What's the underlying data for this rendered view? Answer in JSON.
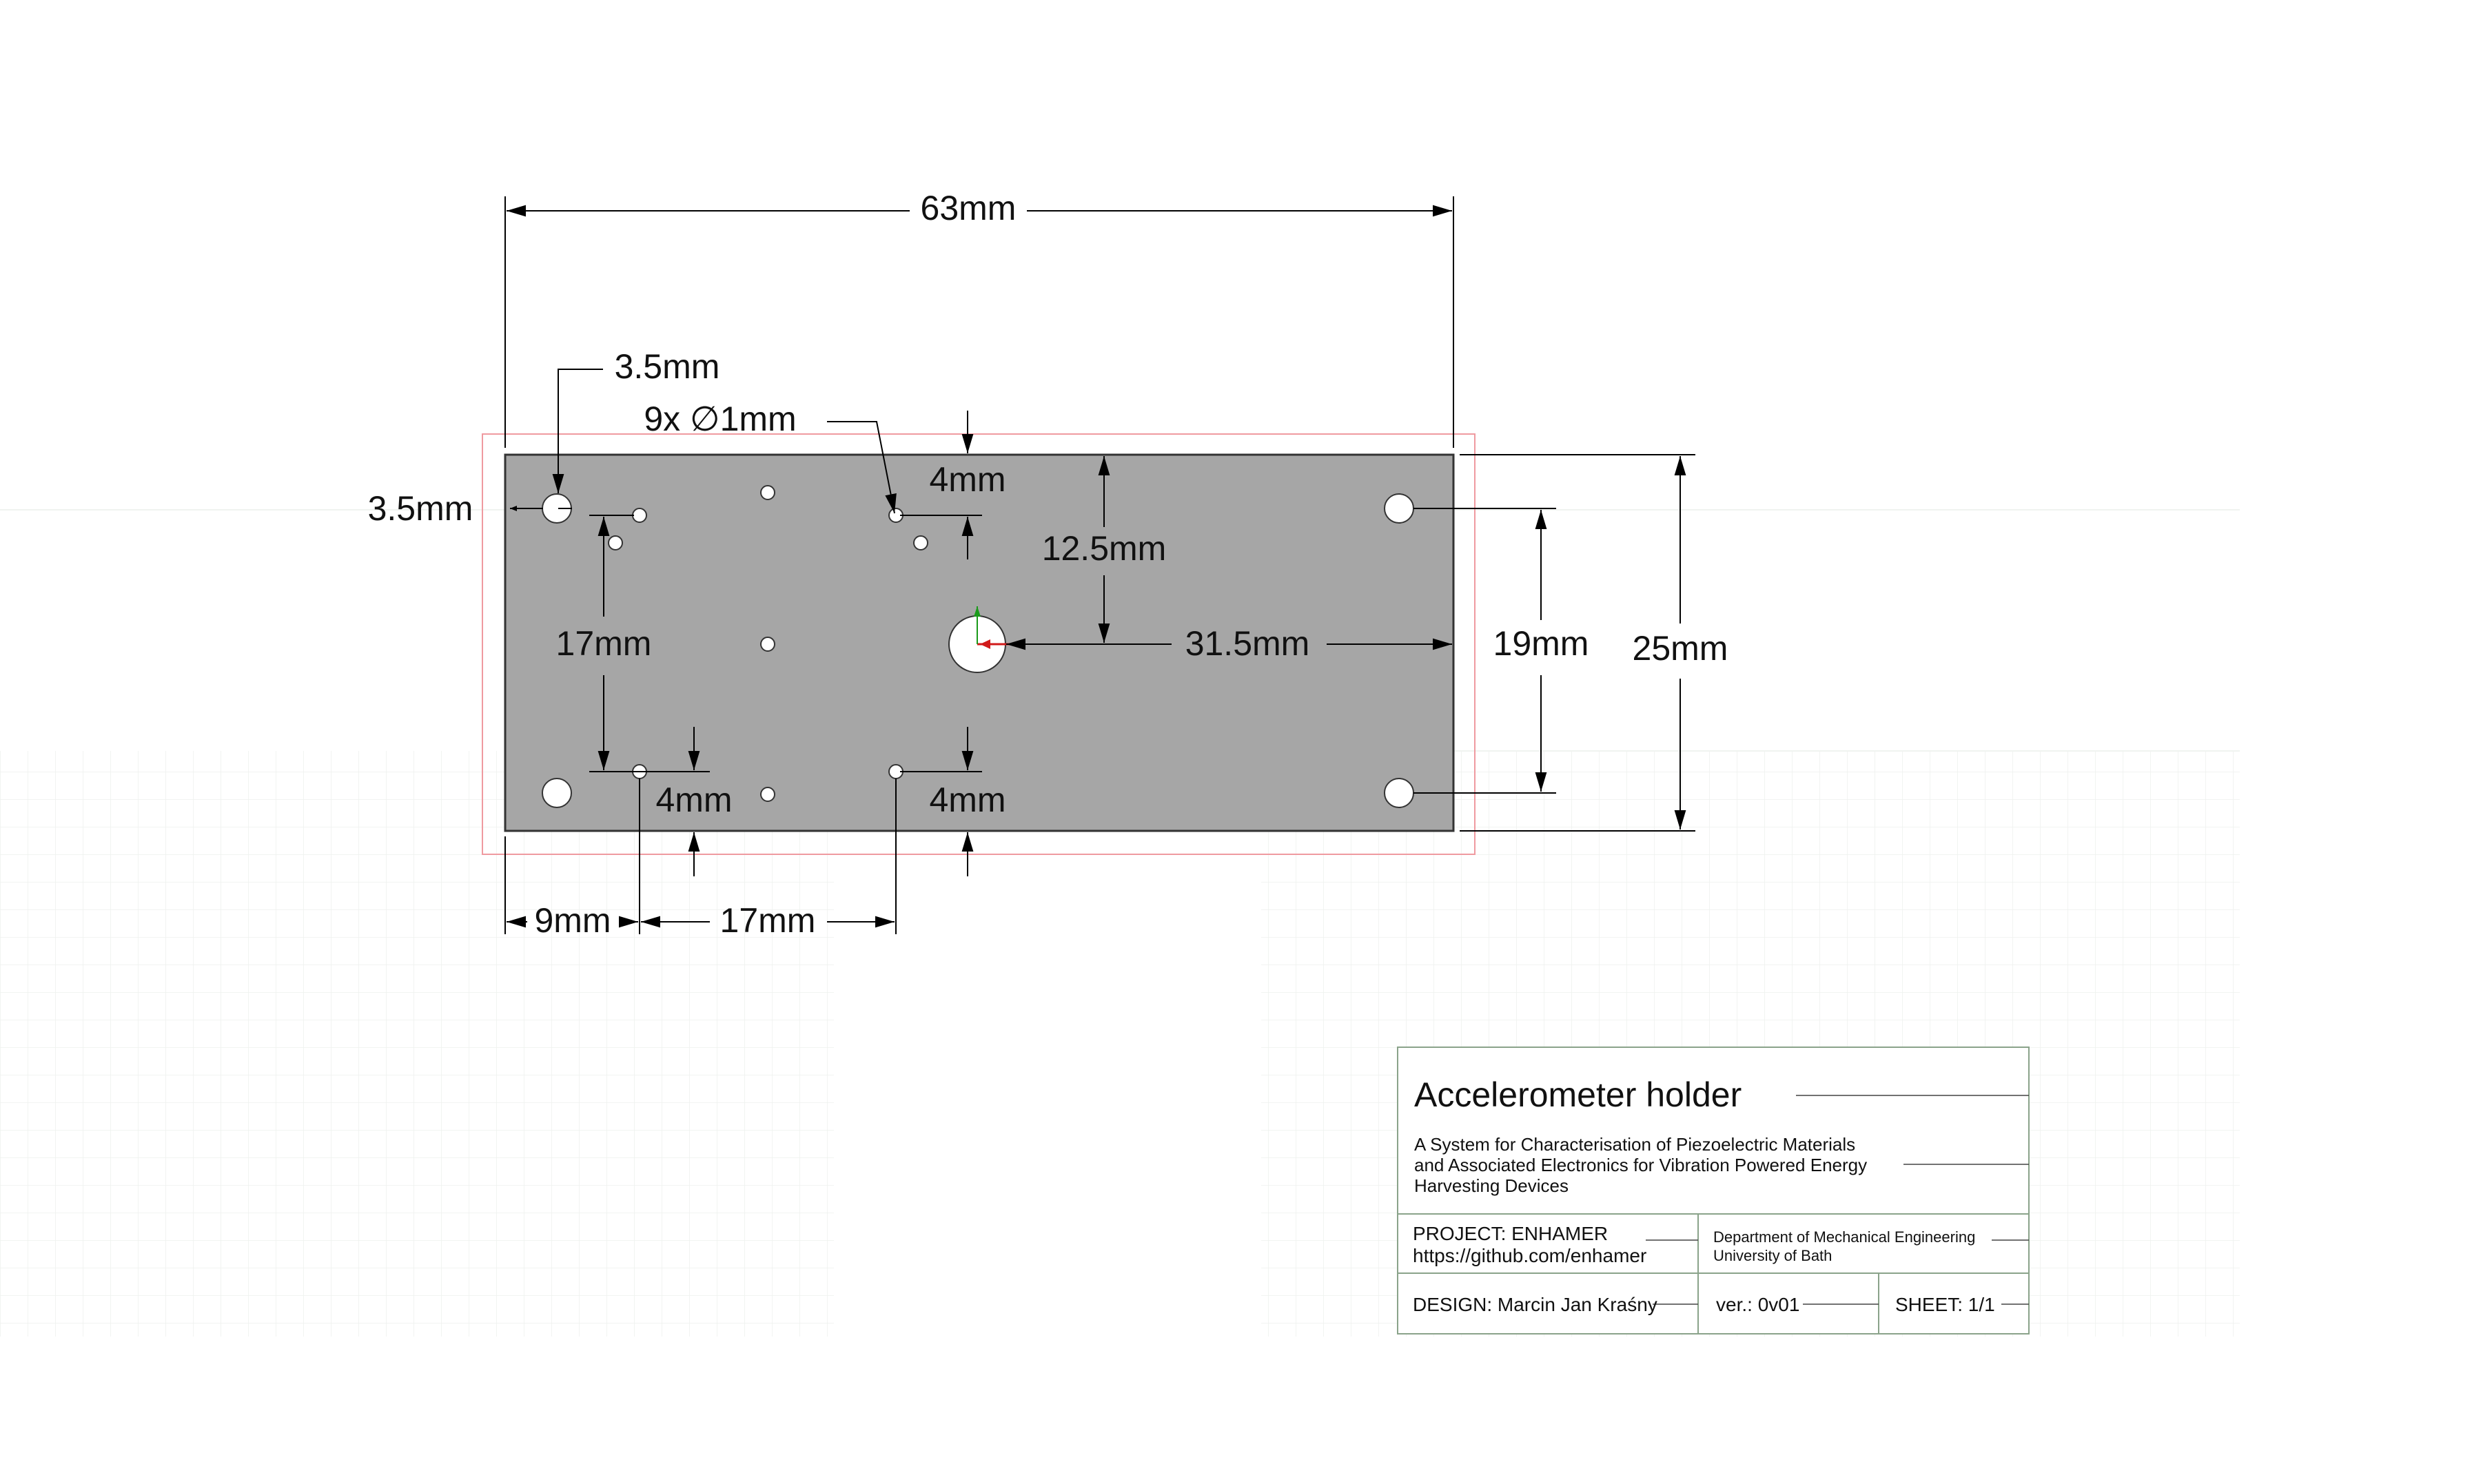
{
  "drawing": {
    "title": "Accelerometer holder",
    "description_lines": [
      "A System for Characterisation of Piezoelectric Materials",
      "and Associated Electronics for Vibration Powered Energy",
      "Harvesting Devices"
    ],
    "project_lines": [
      "PROJECT: ENHAMER",
      "https://github.com/enhamer"
    ],
    "organisation_lines": [
      "Department of Mechanical Engineering",
      "University of Bath"
    ],
    "design": "DESIGN: Marcin Jan Kraśny",
    "version": "ver.: 0v01",
    "sheet": "SHEET: 1/1"
  },
  "dimensions": {
    "overall_width": "63mm",
    "overall_height": "25mm",
    "mount_hole_span": "19mm",
    "center_offset_x": "31.5mm",
    "center_offset_y": "12.5mm",
    "corner_offset_x": "3.5mm",
    "corner_offset_y": "3.5mm",
    "small_hole_note": "9x ∅1mm",
    "top_offset": "4mm",
    "bottom_offset_left": "4mm",
    "bottom_offset_right": "4mm",
    "vertical_spacing": "17mm",
    "left_offset": "9mm",
    "horizontal_spacing": "17mm"
  },
  "colors": {
    "part_fill": "#a6a6a6",
    "part_stroke": "#333333",
    "selection_outline": "#ef9aa0",
    "grid": "#e4e8e4",
    "title_block": "#8aa38a",
    "axis_x": "#d11a1a",
    "axis_y": "#1a9a1a"
  },
  "icons": {
    "origin_marker": "coordinate-axes-icon"
  }
}
